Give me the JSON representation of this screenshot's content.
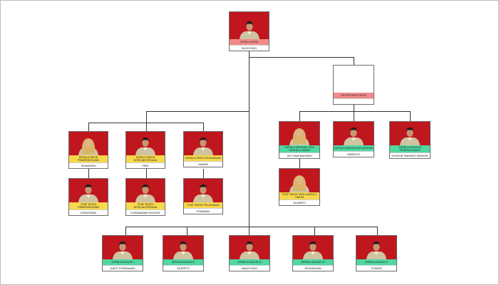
{
  "colors": {
    "photo_background": "#c0161d",
    "kepala_desa_band": "#f28a8a",
    "sekretaris_band": "#f28a8a",
    "kasi_band": "#f7d84b",
    "kaur_band": "#4fd8a0",
    "dusun_band": "#4fd8a0",
    "connector": "#333333"
  },
  "kepala_desa": {
    "role": "KEPALA DESA",
    "name": "SUGIYONO",
    "hijab": false
  },
  "sekretaris": {
    "role": "SEKRETARIS DESA",
    "name": ""
  },
  "kasi": [
    {
      "role": "KEPALA SEKSI PEMERINTAHAN",
      "name": "SUNARSIH",
      "hijab": true
    },
    {
      "role": "KEPALA SEKSI KESEJAHTERAAN",
      "name": "FERI",
      "hijab": false
    },
    {
      "role": "KEPALA SEKSI PELAYANAN",
      "name": "KADAR",
      "hijab": false
    }
  ],
  "staf_seksi": [
    {
      "role": "STAF SEKSI PEMERINTAHAN",
      "name": "SURATMAN",
      "hijab": false
    },
    {
      "role": "STAF SEKSI KESEJAHTERAAN",
      "name": "KURNIAWAN HIDAYAT",
      "hijab": false
    },
    {
      "role": "STAF SEKSI PELAYANAN",
      "name": "PONIRAN",
      "hijab": false
    }
  ],
  "kaur": [
    {
      "role": "KEPALA URUSAN TATA USAHA & UMUM",
      "name": "SITI WAITANGISIH",
      "hijab": true
    },
    {
      "role": "KEPALA URUSAN KEUANGAN",
      "name": "PARDIYO",
      "hijab": false
    },
    {
      "role": "KEPALA URUSAN PERENCANAAN",
      "name": "SYUKUR RAHMAT HIDAYAT",
      "hijab": false
    }
  ],
  "staf_tu": {
    "role": "STAF SEKSI TATA USAHA & UMUM",
    "name": "SUHARTI",
    "hijab": true
  },
  "dusun": [
    {
      "role": "KEPALA DUSUN I",
      "name": "DAFIT KRISWANDI",
      "hijab": false
    },
    {
      "role": "KEPALA DUSUN II",
      "name": "SURIPTO",
      "hijab": false
    },
    {
      "role": "KEPALA DUSUN III",
      "name": "WAGIYONO",
      "hijab": false
    },
    {
      "role": "KEPALA DUSUN IV",
      "name": "ROHIMUDIN",
      "hijab": false
    },
    {
      "role": "KEPALA DUSUN V",
      "name": "TUSIMO",
      "hijab": false
    }
  ]
}
